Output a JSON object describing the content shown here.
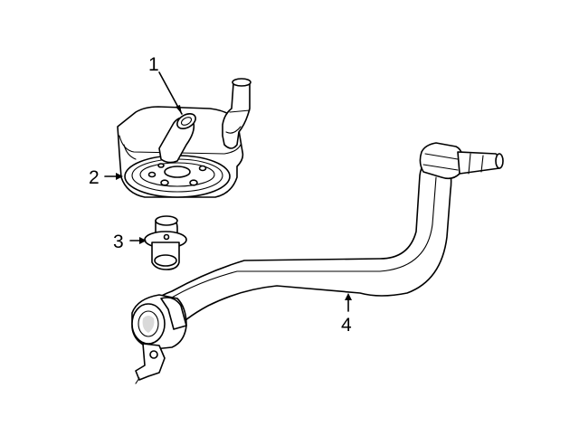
{
  "callouts": [
    {
      "id": "1",
      "text": "1"
    },
    {
      "id": "2",
      "text": "2"
    },
    {
      "id": "3",
      "text": "3"
    },
    {
      "id": "4",
      "text": "4"
    }
  ],
  "colors": {
    "line": "#000000",
    "background": "#ffffff",
    "shade": "#d9d9d9"
  }
}
